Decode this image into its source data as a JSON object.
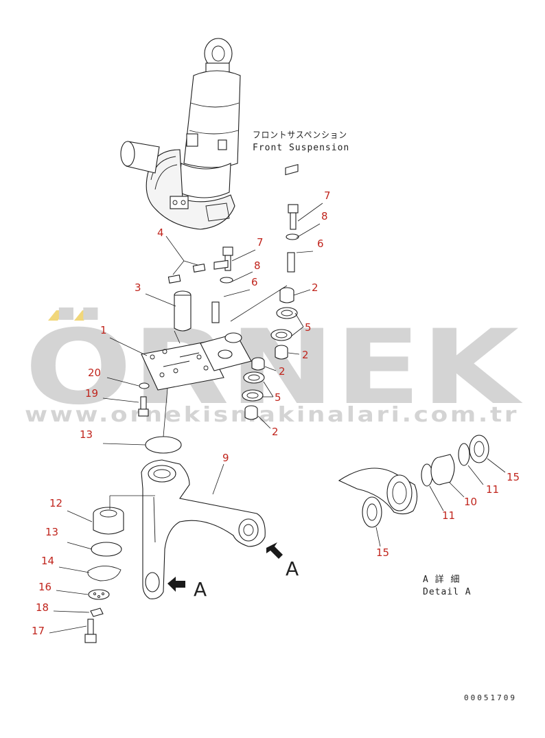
{
  "title": {
    "jp": "フロントサスペンション",
    "en": "Front Suspension"
  },
  "detail": {
    "jp": "A 詳 細",
    "en": "Detail A"
  },
  "view_markers": [
    "A",
    "A"
  ],
  "doc_id": "00051709",
  "watermark": {
    "brand": "ÖRNEK",
    "url": "www.ornekismakinalari.com.tr"
  },
  "callouts": {
    "c1": "1",
    "c2a": "2",
    "c2b": "2",
    "c2c": "2",
    "c2d": "2",
    "c3": "3",
    "c4": "4",
    "c5a": "5",
    "c5b": "5",
    "c6a": "6",
    "c6b": "6",
    "c7a": "7",
    "c7b": "7",
    "c8a": "8",
    "c8b": "8",
    "c9": "9",
    "c10": "10",
    "c11a": "11",
    "c11b": "11",
    "c12": "12",
    "c13a": "13",
    "c13b": "13",
    "c14": "14",
    "c15a": "15",
    "c15b": "15",
    "c16": "16",
    "c17": "17",
    "c18": "18",
    "c19": "19",
    "c20": "20"
  },
  "colors": {
    "callout": "#c0241c",
    "line": "#1a1a1a",
    "watermark": "#d4d4d4",
    "watermark_accent": "#f1d77a"
  }
}
